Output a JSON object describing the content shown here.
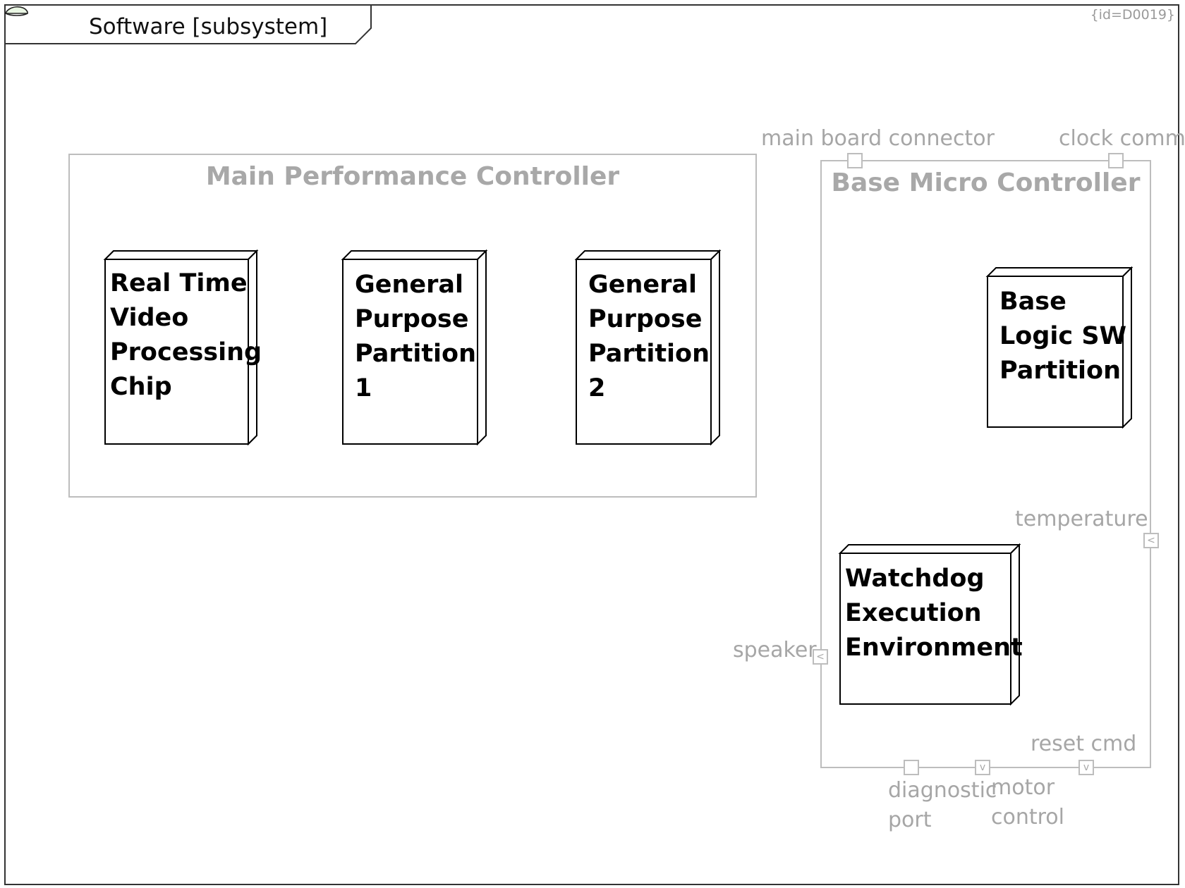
{
  "diagram": {
    "title": "Software [subsystem]",
    "id_label": "{id=D0019}"
  },
  "main_controller": {
    "title": "Main Performance Controller",
    "nodes": [
      {
        "lines": [
          "Real Time",
          "Video",
          "Processing",
          "Chip"
        ]
      },
      {
        "lines": [
          "General",
          "Purpose",
          "Partition",
          "1"
        ]
      },
      {
        "lines": [
          "General",
          "Purpose",
          "Partition",
          "2"
        ]
      }
    ]
  },
  "base_controller": {
    "title": "Base Micro Controller",
    "nodes": [
      {
        "lines": [
          "Base",
          "Logic SW",
          "Partition"
        ]
      },
      {
        "lines": [
          "Watchdog",
          "Execution",
          "Environment"
        ]
      }
    ],
    "ports": {
      "main_board_connector": "main board connector",
      "clock_comm": "clock comm",
      "temperature": "temperature",
      "speaker": "speaker",
      "reset_cmd": "reset cmd",
      "diagnostic_port": [
        "diagnostic",
        "port"
      ],
      "motor_control": [
        "motor",
        "control"
      ]
    }
  },
  "colors": {
    "frame": "#333333",
    "container": "#bdbdbd",
    "muted_text": "#a6a6a6",
    "node_text": "#000000"
  },
  "icons": {
    "subsystem": "subsystem-icon",
    "in_port_left": "arrow-left-icon",
    "in_port_down": "arrow-down-icon"
  }
}
